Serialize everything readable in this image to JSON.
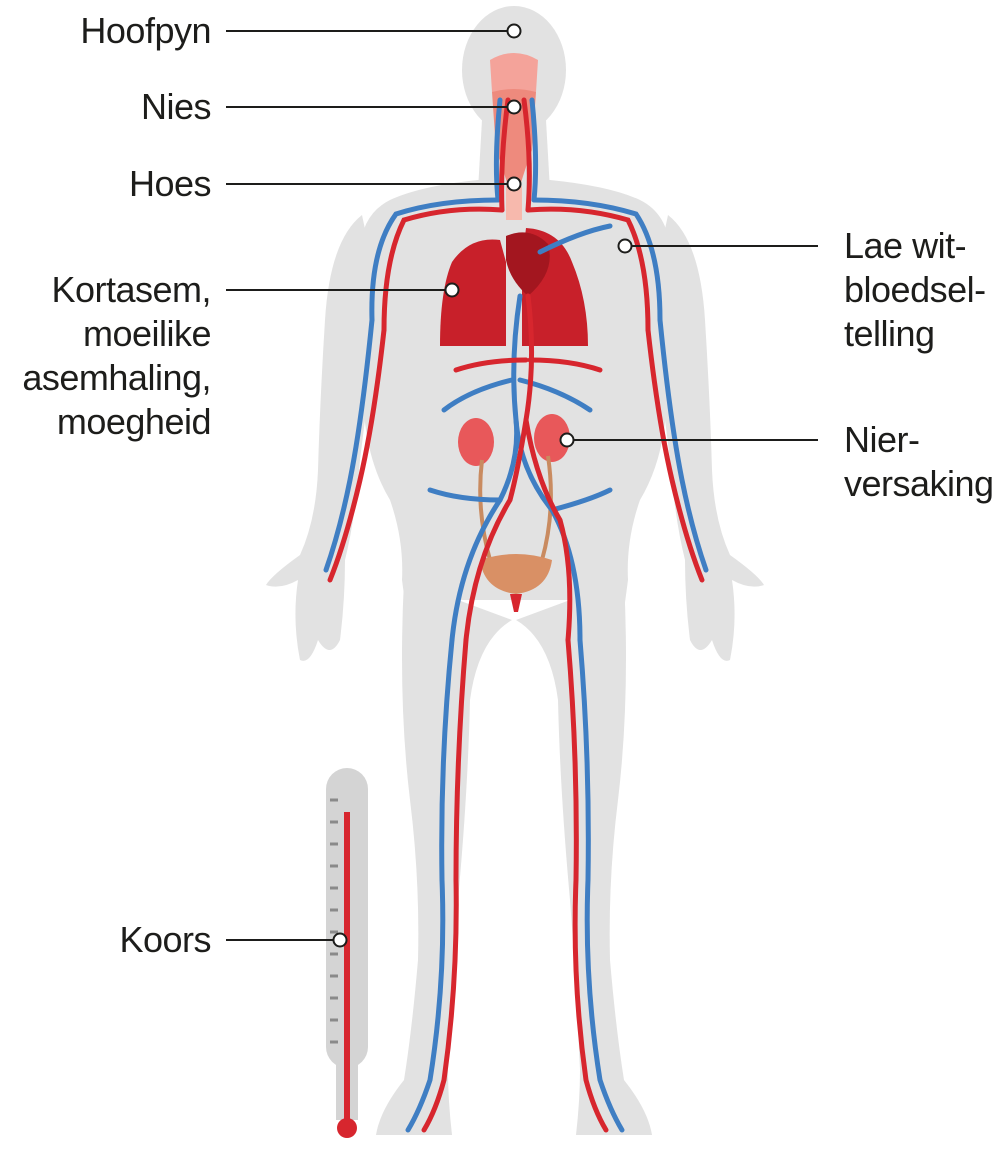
{
  "colors": {
    "body": "#e2e2e2",
    "artery": "#d7262e",
    "vein": "#3f7ec3",
    "lung": "#c8202a",
    "kidney": "#e8585a",
    "bladder": "#d99065",
    "ureter": "#c98b60",
    "thermometer_glass": "#d4d4d4",
    "thermometer_liquid": "#d7262e",
    "callout_line": "#1d1d1b"
  },
  "labels": {
    "headache": [
      "Hoofpyn"
    ],
    "sneeze": [
      "Nies"
    ],
    "cough": [
      "Hoes"
    ],
    "breathing": [
      "Kortasem,",
      "moeilike",
      "asemhaling,",
      "moegheid"
    ],
    "fever": [
      "Koors"
    ],
    "white_cells": [
      "Lae wit-",
      "bloedsel-",
      "telling"
    ],
    "kidney_failure": [
      "Nier-",
      "versaking"
    ]
  }
}
